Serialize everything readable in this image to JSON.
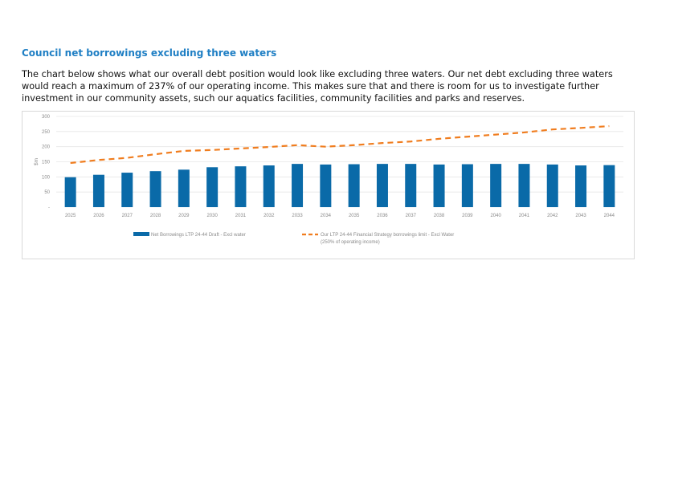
{
  "heading": "Council net borrowings excluding three waters",
  "intro": "The chart below shows what our overall debt position would look like excluding three waters. Our net debt excluding three waters would reach a maximum of 237% of our operating income. This makes sure that and there is room for us to investigate further investment in our community assets, such our aquatics facilities, community facilities and parks and reserves.",
  "colors": {
    "bar": "#0a6aa8",
    "line": "#f07d1f",
    "heading": "#1f7fc4"
  },
  "chart_data": {
    "type": "bar",
    "ylabel": "$m",
    "ylim": [
      0,
      300
    ],
    "yticks": [
      300,
      250,
      200,
      150,
      100,
      50
    ],
    "zero_tick_label": "-",
    "grid": true,
    "legend_position": "bottom",
    "categories": [
      "2025",
      "2026",
      "2027",
      "2028",
      "2029",
      "2030",
      "2031",
      "2032",
      "2033",
      "2034",
      "2035",
      "2036",
      "2037",
      "2038",
      "2039",
      "2040",
      "2041",
      "2042",
      "2043",
      "2044"
    ],
    "series": [
      {
        "name": "Net Borrowings LTP 24-44 Draft - Excl water",
        "type": "bar",
        "values": [
          99,
          107,
          114,
          119,
          124,
          132,
          135,
          138,
          143,
          141,
          142,
          143,
          143,
          141,
          142,
          143,
          143,
          141,
          138,
          139
        ]
      },
      {
        "name": "Our LTP 24-44 Financial Strategy borrowings limit - Excl Water",
        "name_line2": "(250% of operating income)",
        "type": "line",
        "style": "dashed",
        "values": [
          146,
          156,
          163,
          175,
          186,
          189,
          194,
          199,
          205,
          200,
          205,
          212,
          217,
          226,
          233,
          240,
          247,
          257,
          262,
          268
        ]
      }
    ]
  }
}
